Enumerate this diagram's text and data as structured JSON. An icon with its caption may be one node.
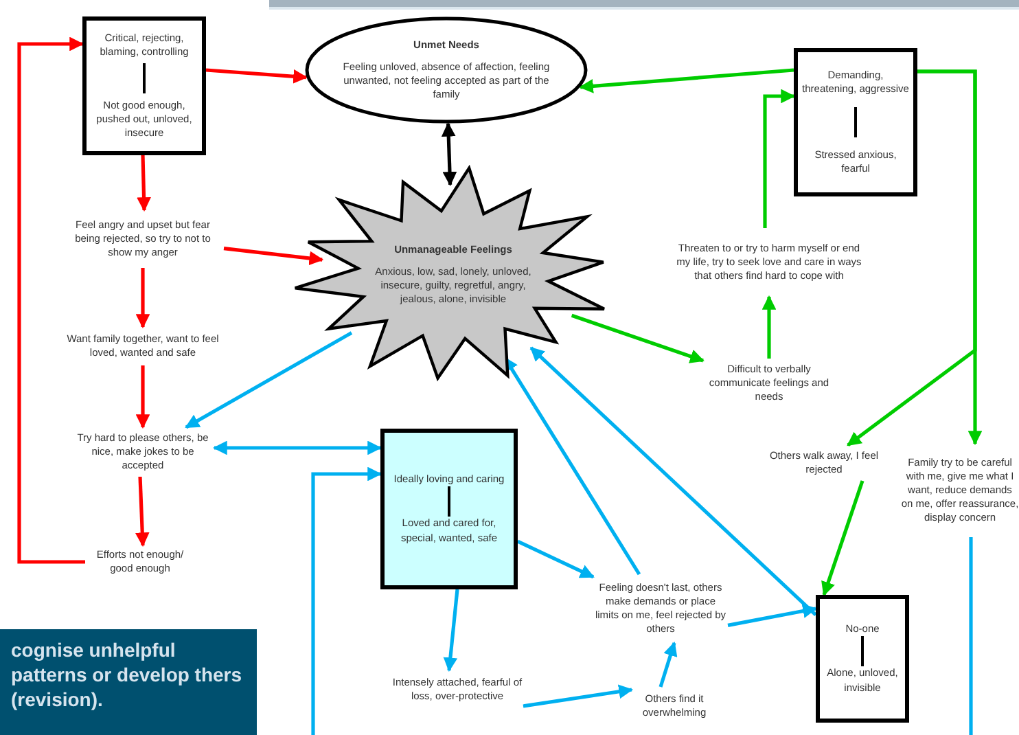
{
  "diagram": {
    "nodes": [
      {
        "text": [
          "Critical, rejecting, blaming, controlling",
          "Not good enough, pushed out, unloved, insecure"
        ]
      },
      {
        "text": [
          "Unmet Needs",
          "Feeling unloved, absence of affection, feeling unwanted, not feeling accepted as part of the family"
        ]
      },
      {
        "text": [
          "Demanding, threatening, aggressive",
          "Stressed anxious, fearful"
        ]
      },
      {
        "text": [
          "Unmanageable Feelings",
          "Anxious, low, sad, lonely, unloved, insecure, guilty, regretful, angry, jealous, alone, invisible"
        ]
      },
      {
        "text": [
          "Feel angry and upset but fear being rejected, so try to not to show my anger"
        ]
      },
      {
        "text": [
          "Want family together, want to feel loved, wanted and safe"
        ]
      },
      {
        "text": [
          "Try hard to please others, be nice, make jokes to be accepted"
        ]
      },
      {
        "text": [
          "Efforts not enough/ good enough"
        ]
      },
      {
        "text": [
          "Threaten to or try to harm myself or end my life, try to seek love and care in ways that others find  hard to cope with"
        ]
      },
      {
        "text": [
          "Difficult to verbally communicate feelings and needs"
        ]
      },
      {
        "text": [
          "Ideally loving and caring",
          "Loved and cared for, special, wanted, safe"
        ]
      },
      {
        "text": [
          "Others walk away, I feel rejected"
        ]
      },
      {
        "text": [
          "Family try to be careful with me, give me what I want, reduce demands on me, offer reassurance, display concern"
        ]
      },
      {
        "text": [
          "Feeling doesn't last, others make demands or place limits on me, feel rejected by others"
        ]
      },
      {
        "text": [
          "No-one",
          "Alone, unloved, invisible"
        ]
      },
      {
        "text": [
          "Intensely attached, fearful of loss,  over-protective"
        ]
      },
      {
        "text": [
          "Others find it overwhelming"
        ]
      }
    ],
    "edges": [
      {
        "from": 0,
        "to": 1,
        "arrow": "to",
        "color": "#ff0000"
      },
      {
        "from": 0,
        "to": 4,
        "arrow": "to",
        "color": "#ff0000"
      },
      {
        "from": 4,
        "to": 3,
        "arrow": "to",
        "color": "#ff0000"
      },
      {
        "from": 4,
        "to": 5,
        "arrow": "to",
        "color": "#ff0000"
      },
      {
        "from": 5,
        "to": 6,
        "arrow": "to",
        "color": "#ff0000"
      },
      {
        "from": 6,
        "to": 7,
        "arrow": "to",
        "color": "#ff0000"
      },
      {
        "from": 7,
        "to": 0,
        "arrow": "to",
        "color": "#ff0000"
      },
      {
        "from": 1,
        "to": 3,
        "arrow": "both",
        "color": "#000000"
      },
      {
        "from": 2,
        "to": 1,
        "arrow": "to",
        "color": "#00cc00"
      },
      {
        "from": 8,
        "to": 2,
        "arrow": "to",
        "color": "#00cc00"
      },
      {
        "from": 9,
        "to": 8,
        "arrow": "to",
        "color": "#00cc00"
      },
      {
        "from": 3,
        "to": 9,
        "arrow": "to",
        "color": "#00cc00"
      },
      {
        "from": 2,
        "to": 12,
        "arrow": "to",
        "color": "#00cc00"
      },
      {
        "from": 2,
        "to": 11,
        "arrow": "to",
        "color": "#00cc00"
      },
      {
        "from": 11,
        "to": 14,
        "arrow": "to",
        "color": "#00cc00"
      },
      {
        "from": 3,
        "to": 6,
        "arrow": "to"
      },
      {
        "from": 6,
        "to": 10,
        "arrow": "both"
      },
      {
        "from": 10,
        "to": 13,
        "arrow": "to"
      },
      {
        "from": 10,
        "to": 15,
        "arrow": "to"
      },
      {
        "from": 15,
        "to": 16,
        "arrow": "to"
      },
      {
        "from": 16,
        "to": 13,
        "arrow": "to"
      },
      {
        "from": 13,
        "to": 3,
        "arrow": "to"
      },
      {
        "from": 13,
        "to": 14,
        "arrow": "to"
      },
      {
        "from": 14,
        "to": 3,
        "arrow": "to"
      },
      {
        "from": 12,
        "to": null,
        "arrow": "none"
      },
      {
        "from": null,
        "to": 10,
        "arrow": "to"
      }
    ],
    "labels": [
      "cognise unhelpful patterns or develop thers (revision)."
    ]
  }
}
